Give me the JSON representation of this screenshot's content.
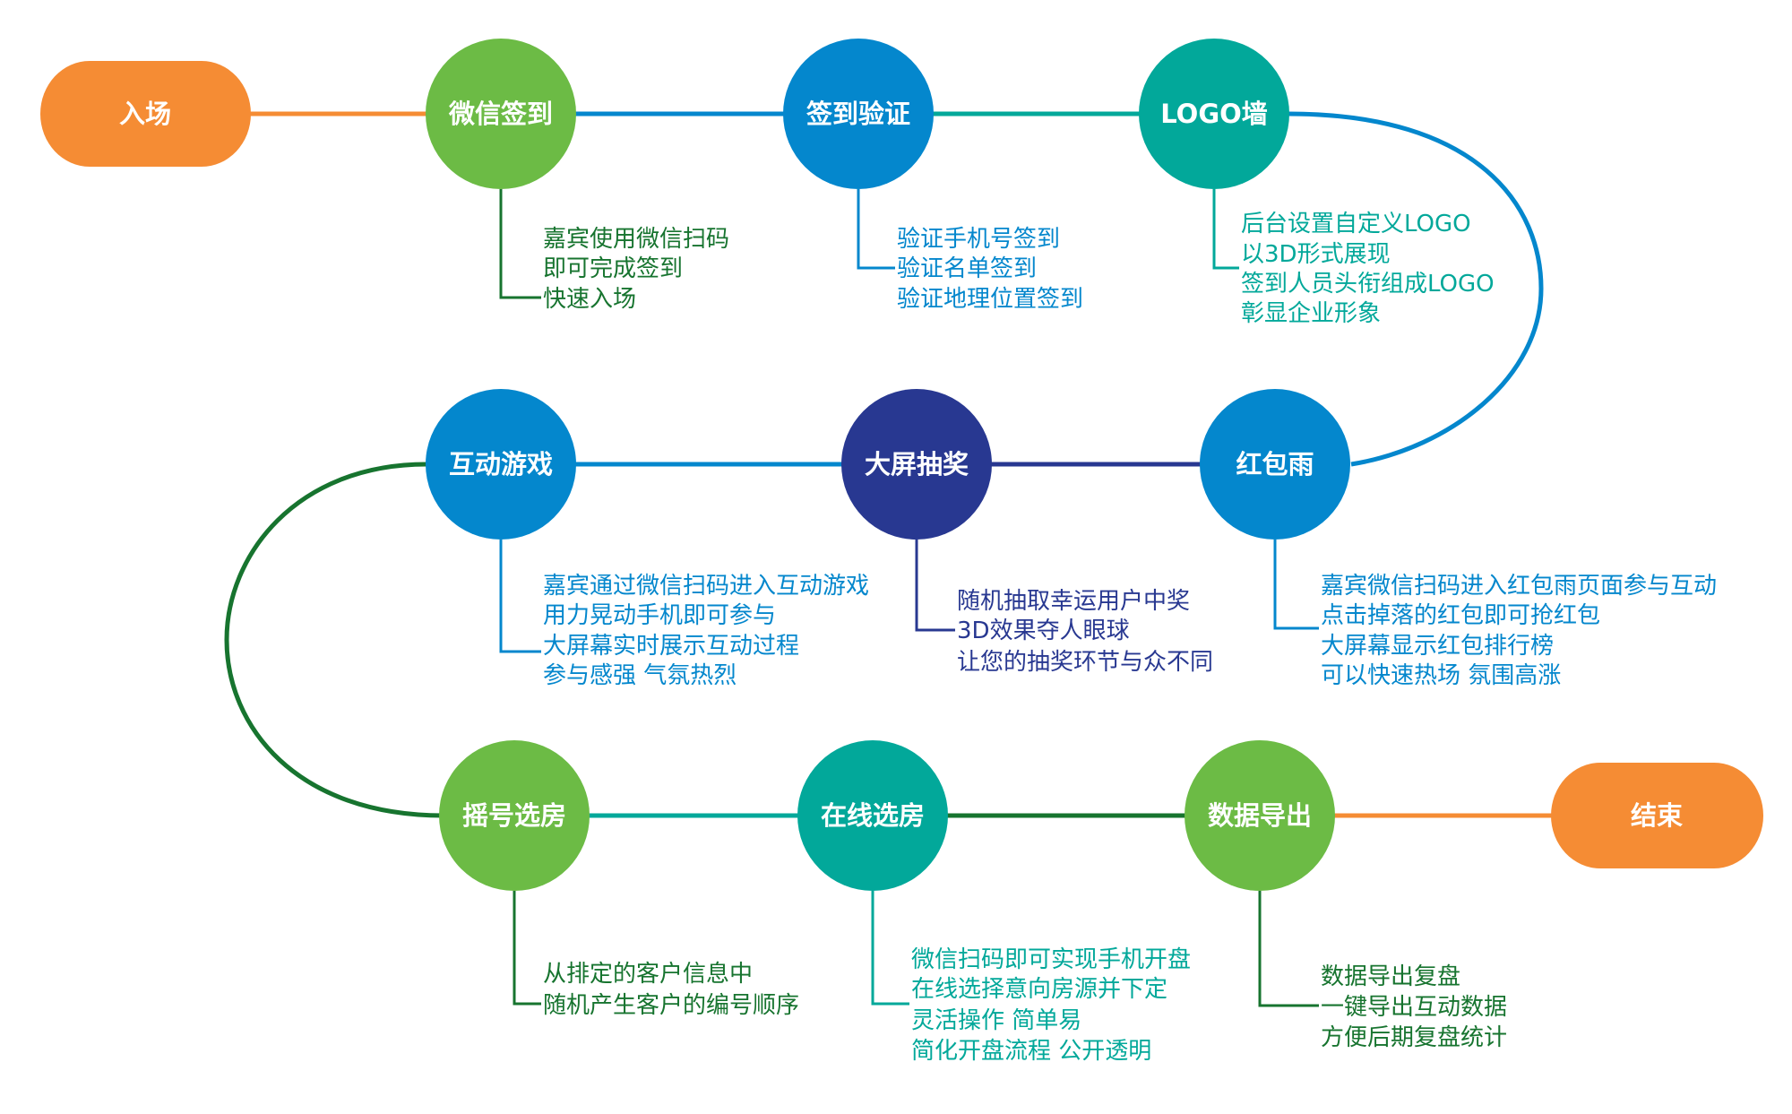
{
  "colors": {
    "orange": "#F58C34",
    "green": "#6CBB45",
    "blue": "#0487CD",
    "teal": "#02A89A",
    "navy": "#283891",
    "dark_green": "#17742F"
  },
  "start": {
    "label": "入场"
  },
  "end": {
    "label": "结束"
  },
  "steps": [
    {
      "label": "微信签到",
      "desc": [
        "嘉宾使用微信扫码",
        "即可完成签到",
        "快速入场"
      ]
    },
    {
      "label": "签到验证",
      "desc": [
        "验证手机号签到",
        "验证名单签到",
        "验证地理位置签到"
      ]
    },
    {
      "label": "LOGO墙",
      "desc": [
        "后台设置自定义LOGO",
        "以3D形式展现",
        "签到人员头衔组成LOGO",
        "彰显企业形象"
      ]
    },
    {
      "label": "红包雨",
      "desc": [
        "嘉宾微信扫码进入红包雨页面参与互动",
        "点击掉落的红包即可抢红包",
        "大屏幕显示红包排行榜",
        "可以快速热场 氛围高涨"
      ]
    },
    {
      "label": "大屏抽奖",
      "desc": [
        "随机抽取幸运用户中奖",
        "3D效果夺人眼球",
        "让您的抽奖环节与众不同"
      ]
    },
    {
      "label": "互动游戏",
      "desc": [
        "嘉宾通过微信扫码进入互动游戏",
        "用力晃动手机即可参与",
        "大屏幕实时展示互动过程",
        "参与感强 气氛热烈"
      ]
    },
    {
      "label": "摇号选房",
      "desc": [
        "从排定的客户信息中",
        "随机产生客户的编号顺序"
      ]
    },
    {
      "label": "在线选房",
      "desc": [
        "微信扫码即可实现手机开盘",
        "在线选择意向房源并下定",
        "灵活操作 简单易",
        "简化开盘流程 公开透明"
      ]
    },
    {
      "label": "数据导出",
      "desc": [
        "数据导出复盘",
        "一键导出互动数据",
        "方便后期复盘统计"
      ]
    }
  ]
}
